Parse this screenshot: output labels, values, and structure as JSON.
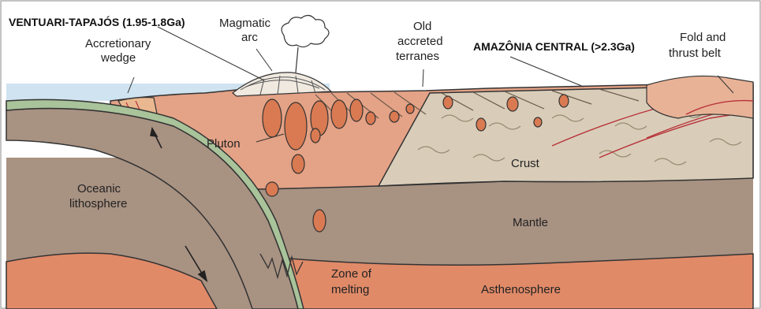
{
  "diagram": {
    "labels": {
      "ventuari": "VENTUARI-TAPAJÓS (1.95-1.8Ga)",
      "magmatic_l1": "Magmatic",
      "magmatic_l2": "arc",
      "accretionary_l1": "Accretionary",
      "accretionary_l2": "wedge",
      "old_l1": "Old",
      "old_l2": "accreted",
      "old_l3": "terranes",
      "amazonia": "AMAZÔNIA CENTRAL (>2.3Ga)",
      "fold_l1": "Fold and",
      "fold_l2": "thrust belt",
      "pluton": "Pluton",
      "crust": "Crust",
      "oceanic_l1": "Oceanic",
      "oceanic_l2": "lithosphere",
      "mantle": "Mantle",
      "zone_l1": "Zone of",
      "zone_l2": "melting",
      "asthenosphere": "Asthenosphere"
    },
    "colors": {
      "sea": "#cfe3f0",
      "mantle": "#a89282",
      "asthenosphere": "#e08a68",
      "upper_plate": "#e4a286",
      "crust": "#d9cdb9",
      "slab_crust": "#a9c39a",
      "pluton": "#d97a52",
      "outline": "#333333"
    }
  }
}
